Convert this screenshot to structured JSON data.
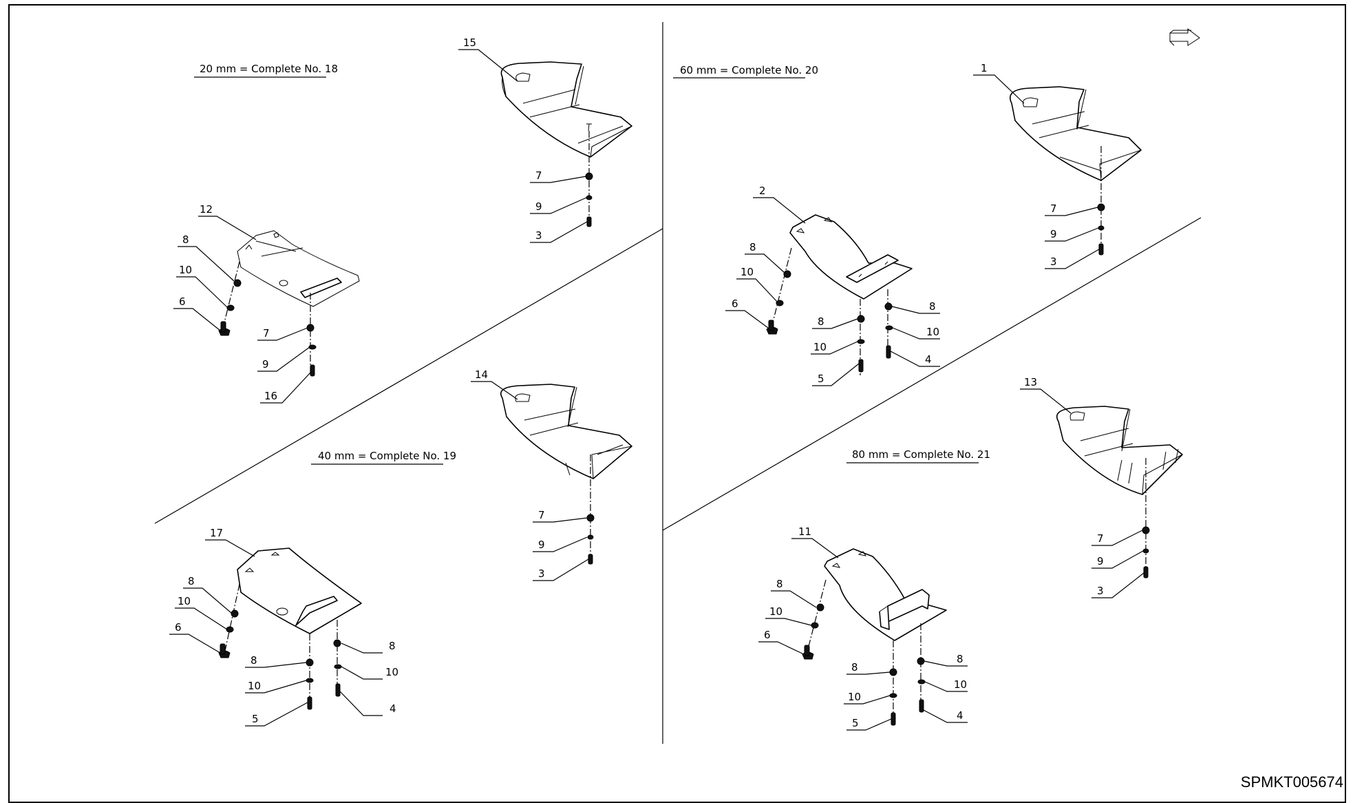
{
  "document_code": "SPMKT005674",
  "groups": [
    {
      "id": "g18",
      "caption": "20 mm = Complete No. 18"
    },
    {
      "id": "g19",
      "caption": "40 mm = Complete No. 19"
    },
    {
      "id": "g20",
      "caption": "60 mm = Complete No. 20"
    },
    {
      "id": "g21",
      "caption": "80 mm = Complete No. 21"
    }
  ],
  "callouts": {
    "g18": [
      "15",
      "7",
      "9",
      "3",
      "12",
      "8",
      "10",
      "6",
      "7",
      "9",
      "16"
    ],
    "g19": [
      "14",
      "7",
      "9",
      "3",
      "17",
      "8",
      "10",
      "6",
      "8",
      "10",
      "5",
      "8",
      "10",
      "4"
    ],
    "g20": [
      "1",
      "7",
      "9",
      "3",
      "2",
      "8",
      "10",
      "6",
      "8",
      "10",
      "5",
      "8",
      "10",
      "4"
    ],
    "g21": [
      "13",
      "7",
      "9",
      "3",
      "11",
      "8",
      "10",
      "6",
      "8",
      "10",
      "5",
      "8",
      "10",
      "4"
    ]
  },
  "icons": {
    "corner": "direction-arrow-icon"
  }
}
